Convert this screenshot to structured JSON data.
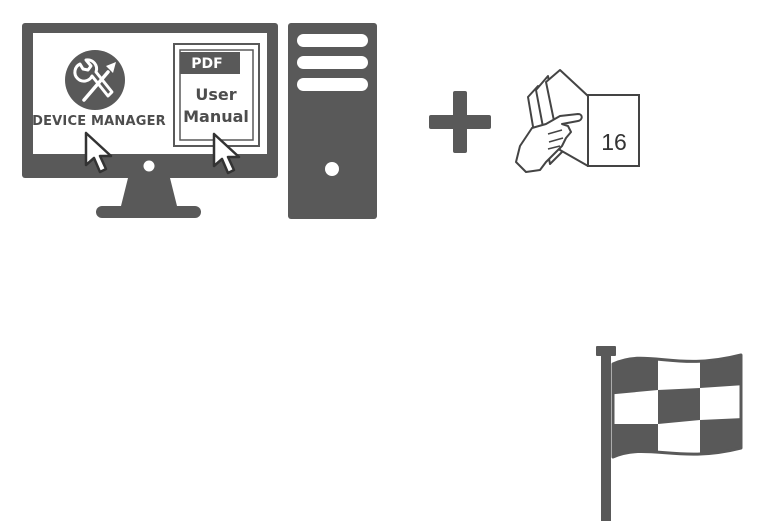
{
  "device_manager": {
    "label": "DEVICE MANAGER"
  },
  "pdf_manual": {
    "badge": "PDF",
    "line1": "User",
    "line2": "Manual"
  },
  "handbook": {
    "page_number": "16"
  },
  "icons": [
    "monitor-icon",
    "device-manager-icon",
    "pdf-manual-icon",
    "cursor-icon",
    "tower-pc-icon",
    "plus-icon",
    "handbook-icon",
    "pointing-hand-icon",
    "checkered-flag-icon"
  ],
  "colors": {
    "icon_gray": "#595959",
    "screen": "#ffffff",
    "background": "#ffffff"
  }
}
